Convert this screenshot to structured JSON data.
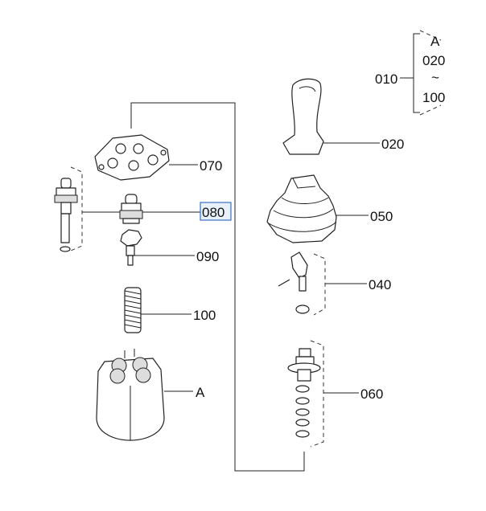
{
  "legend": {
    "ref": "010",
    "group_letter": "A",
    "range_start": "020",
    "range_tilde": "~",
    "range_end": "100"
  },
  "callouts": {
    "p020": "020",
    "p050": "050",
    "p040": "040",
    "p060": "060",
    "p070": "070",
    "p080": "080",
    "p090": "090",
    "p100": "100",
    "pA": "A"
  },
  "highlight_color": "#3a6fc1"
}
